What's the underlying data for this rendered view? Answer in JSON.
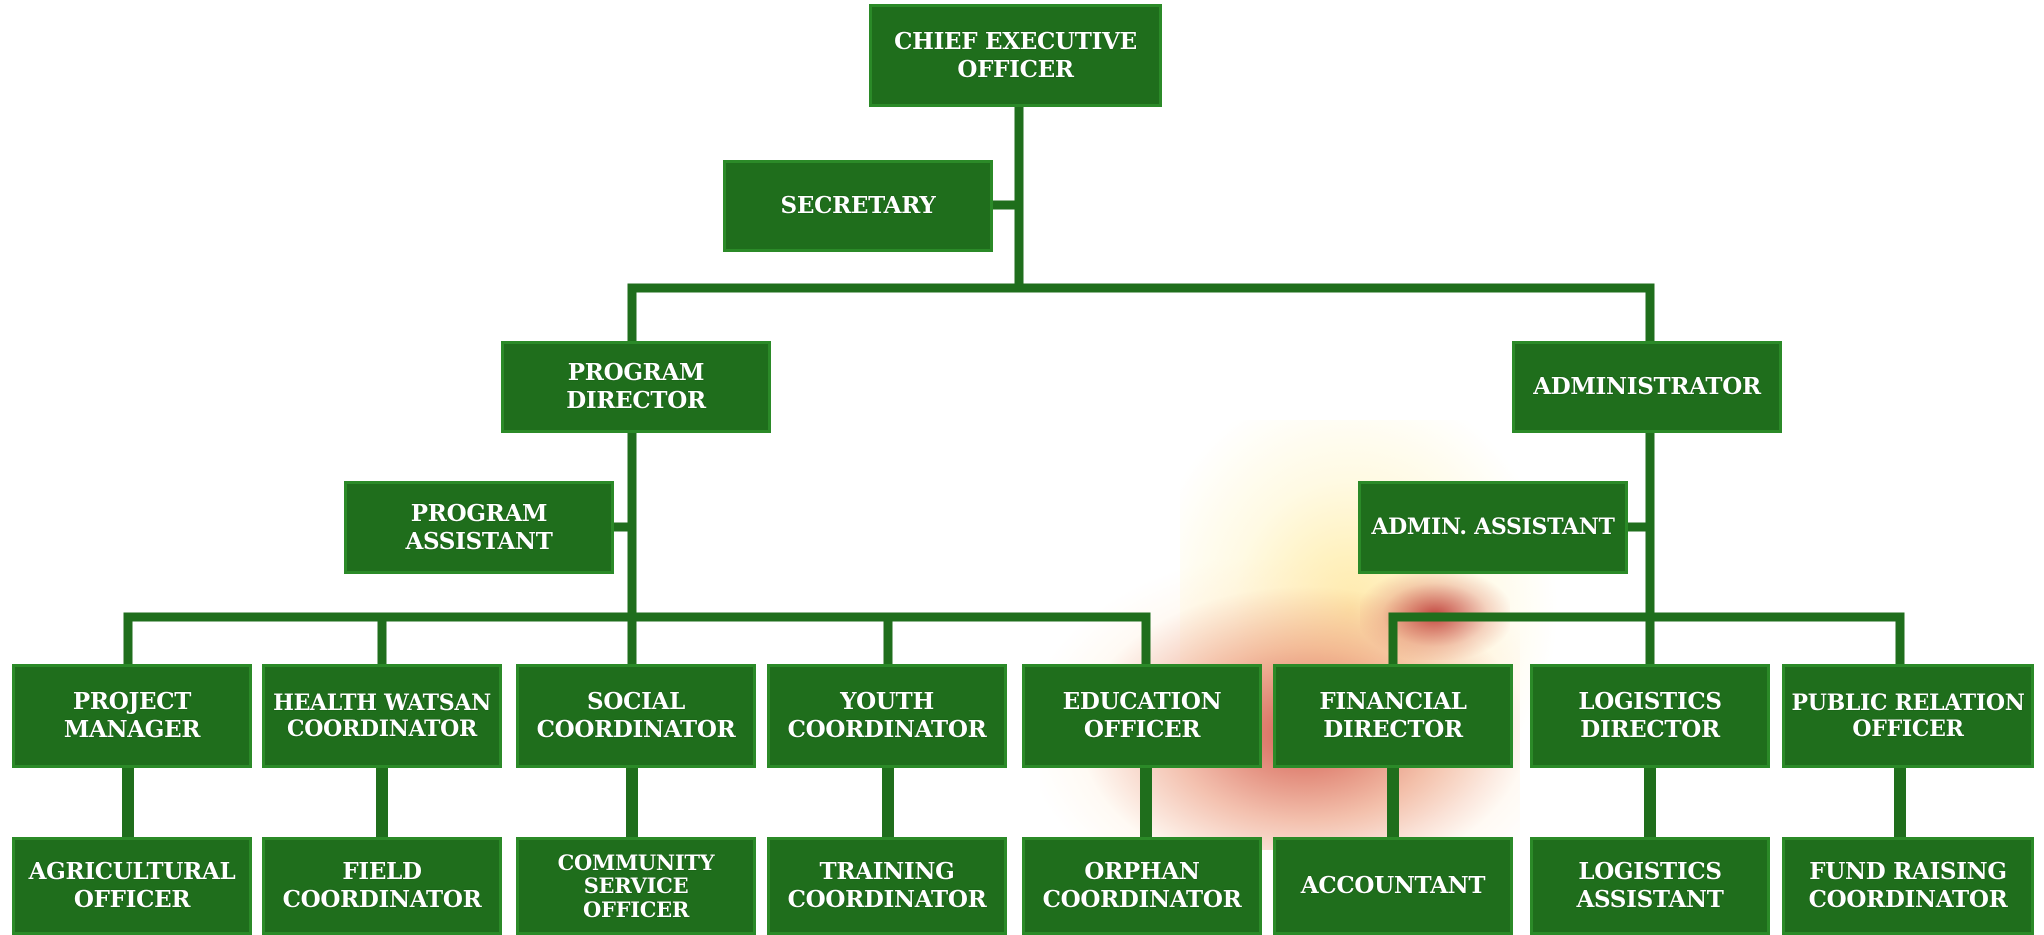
{
  "colors": {
    "box_fill": "#1f6e1c",
    "line": "#1f6e1c",
    "text": "#ffffff"
  },
  "nodes": {
    "ceo": "CHIEF EXECUTIVE\nOFFICER",
    "secretary": "SECRETARY",
    "program_director": "PROGRAM\nDIRECTOR",
    "administrator": "ADMINISTRATOR",
    "program_assistant": "PROGRAM\nASSISTANT",
    "admin_assistant": "ADMIN. ASSISTANT",
    "project_manager": "PROJECT\nMANAGER",
    "health_watsan": "HEALTH WATSAN\nCOORDINATOR",
    "social_coordinator": "SOCIAL\nCOORDINATOR",
    "youth_coordinator": "YOUTH\nCOORDINATOR",
    "education_officer": "EDUCATION\nOFFICER",
    "financial_director": "FINANCIAL\nDIRECTOR",
    "logistics_director": "LOGISTICS\nDIRECTOR",
    "public_relation": "PUBLIC RELATION\nOFFICER",
    "agricultural_officer": "AGRICULTURAL\nOFFICER",
    "field_coordinator": "FIELD\nCOORDINATOR",
    "community_service": "COMMUNITY\nSERVICE\nOFFICER",
    "training_coordinator": "TRAINING\nCOORDINATOR",
    "orphan_coordinator": "ORPHAN\nCOORDINATOR",
    "accountant": "ACCOUNTANT",
    "logistics_assistant": "LOGISTICS\nASSISTANT",
    "fund_raising": "FUND RAISING\nCOORDINATOR"
  }
}
